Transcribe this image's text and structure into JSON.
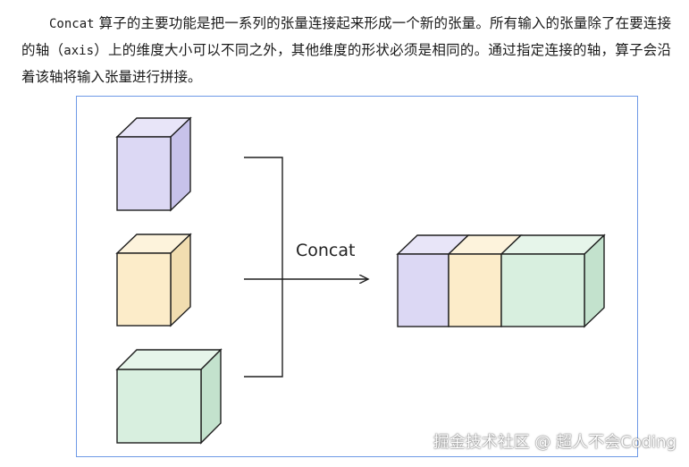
{
  "article": {
    "paragraph_part1": "Concat",
    "paragraph_part2": " 算子的主要功能是把一系列的张量连接起来形成一个新的张量。所有输入的张量除了在要连接的轴（",
    "paragraph_part3": "axis",
    "paragraph_part4": "）上的维度大小可以不同之外，其他维度的形状必须是相同的。通过指定连接的轴，算子会沿着该轴将输入张量进行拼接。"
  },
  "figure": {
    "operation_label": "Concat",
    "colors": {
      "purple_front": "#dcd8f4",
      "purple_top": "#e8e5f8",
      "purple_side": "#c7c2ea",
      "yellow_front": "#fcecc9",
      "yellow_top": "#fdf3dc",
      "yellow_side": "#f1ddb0",
      "green_front": "#d8efdf",
      "green_top": "#e6f5ea",
      "green_side": "#c3e2cd",
      "stroke": "#1f1f1f",
      "border": "#6f9ae6"
    }
  },
  "watermark": {
    "text": "掘金技术社区 @ 超人不会Coding"
  }
}
